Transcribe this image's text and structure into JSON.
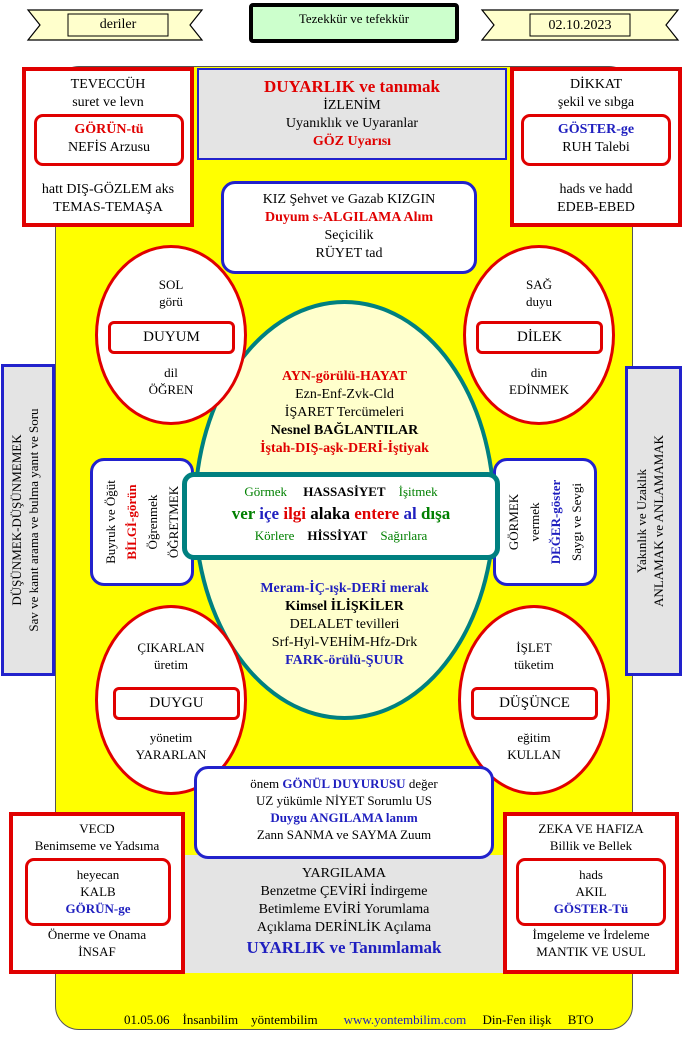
{
  "header": {
    "left_tag": "deriler",
    "title": "Tezekkür ve tefekkür",
    "date": "02.10.2023"
  },
  "top_center": {
    "title_red": "DUYARLIK",
    "title_rest": " ve tanımak",
    "line2": "İZLENİM",
    "line3": "Uyanıklık ve Uyaranlar",
    "line4": "GÖZ Uyarısı"
  },
  "top_left": {
    "line1": "TEVECCÜH",
    "line2": "suret ve levn",
    "inner_title": "GÖRÜN-tü",
    "inner_sub": "NEFİS Arzusu",
    "line3": "hatt  DIŞ-GÖZLEM aks",
    "line4": "TEMAS-TEMAŞA"
  },
  "top_right": {
    "line1": "DİKKAT",
    "line2": "şekil ve sıbga",
    "inner_title": "GÖSTER-ge",
    "inner_sub": "RUH Talebi",
    "line3": "hads ve hadd",
    "line4": "EDEB-EBED"
  },
  "upper_box": {
    "line1": "KIZ Şehvet ve Gazab KIZGIN",
    "line2": "Duyum s-ALGILAMA Alım",
    "line3": "Seçicilik",
    "line4": "RÜYET tad"
  },
  "oval_sol": {
    "line1": "SOL",
    "line2": "görü",
    "label": "DUYUM",
    "line3": "dil",
    "line4": "ÖĞREN"
  },
  "oval_sag": {
    "line1": "SAĞ",
    "line2": "duyu",
    "label": "DİLEK",
    "line3": "din",
    "line4": "EDİNMEK"
  },
  "oval_cikar": {
    "line1": "ÇIKARLAN",
    "line2": "üretim",
    "label": "DUYGU",
    "line3": "yönetim",
    "line4": "YARARLAN"
  },
  "oval_islet": {
    "line1": "İŞLET",
    "line2": "tüketim",
    "label": "DÜŞÜNCE",
    "line3": "eğitim",
    "line4": "KULLAN"
  },
  "center_top": {
    "line1": "AYN-görülü-HAYAT",
    "line2": "Ezn-Enf-Zvk-Cld",
    "line3": "İŞARET Tercümeleri",
    "line4": "Nesnel BAĞLANTILAR",
    "line5": "İştah-DIŞ-aşk-DERİ-İştiyak"
  },
  "center_box": {
    "row1_left": "Görmek",
    "row1_mid": "HASSASİYET",
    "row1_right": "İşitmek",
    "row2_w1": "ver",
    "row2_w2": "içe",
    "row2_w3": "ilgi",
    "row2_w4": "alaka",
    "row2_w5": "entere",
    "row2_w6": "al",
    "row2_w7": "dışa",
    "row3_left": "Körlere",
    "row3_mid": "HİSSİYAT",
    "row3_right": "Sağırlara"
  },
  "center_bottom": {
    "line1": "Meram-İÇ-ışk-DERİ merak",
    "line2": "Kimsel İLİŞKİLER",
    "line3": "DELALET tevilleri",
    "line4": "Srf-Hyl-VEHİM-Hfz-Drk",
    "line5": "FARK-örülü-ŞUUR"
  },
  "left_mid": {
    "col1": "Buyruk ve Öğüt",
    "col2": "BİLGİ-görün",
    "col3": "Öğrenmek",
    "col4": "ÖĞRETMEK"
  },
  "right_mid": {
    "col1": "GÖRMEK",
    "col2": "vermek",
    "col3": "DEĞER-göster",
    "col4": "Saygı ve Sevgi"
  },
  "left_side": {
    "line1": "DÜŞÜNMEK-DÜŞÜNMEMEK",
    "line2": "Sav ve kanıt arama ve bulma yanıt ve Soru"
  },
  "right_side": {
    "line1": "Yakınlık ve Uzaklık",
    "line2": "ANLAMAK ve ANLAMAMAK"
  },
  "lower_box": {
    "line1_pre": "önem ",
    "line1_blue": "GÖNÜL DUYURUSU",
    "line1_post": " değer",
    "line2": "UZ yükümle  NİYET Sorumlu  US",
    "line3": "Duygu  ANGILAMA lanım",
    "line4": "Zann SANMA ve SAYMA Zuum"
  },
  "bottom_center": {
    "line1": "YARGILAMA",
    "line2": "Benzetme ÇEVİRİ İndirgeme",
    "line3": "Betimleme EVİRİ Yorumlama",
    "line4": "Açıklama DERİNLİK Açılama",
    "line5": "UYARLIK ve Tanımlamak"
  },
  "bottom_left": {
    "line1": "VECD",
    "line2": "Benimseme ve Yadsıma",
    "inner1": "heyecan",
    "inner2": "KALB",
    "inner3": "GÖRÜN-ge",
    "line3": "Önerme ve Onama",
    "line4": "İNSAF"
  },
  "bottom_right": {
    "line1": "ZEKA VE HAFIZA",
    "line2": "Billik ve Bellek",
    "inner1": "hads",
    "inner2": "AKIL",
    "inner3": "GÖSTER-Tü",
    "line3": "İmgeleme ve İrdeleme",
    "line4": "MANTIK VE USUL"
  },
  "footer": {
    "date": "01.05.06",
    "t1": "İnsanbilim",
    "t2": "yöntembilim",
    "url": "www.yontembilim.com",
    "t3": "Din-Fen ilişk",
    "t4": "BTO"
  },
  "colors": {
    "yellow": "#ffff00",
    "light_yellow": "#ffffcc",
    "gray": "#e4e4e4",
    "red": "#e00000",
    "blue": "#1f1fbf",
    "teal": "#008080",
    "green_header": "#ccffcc"
  }
}
